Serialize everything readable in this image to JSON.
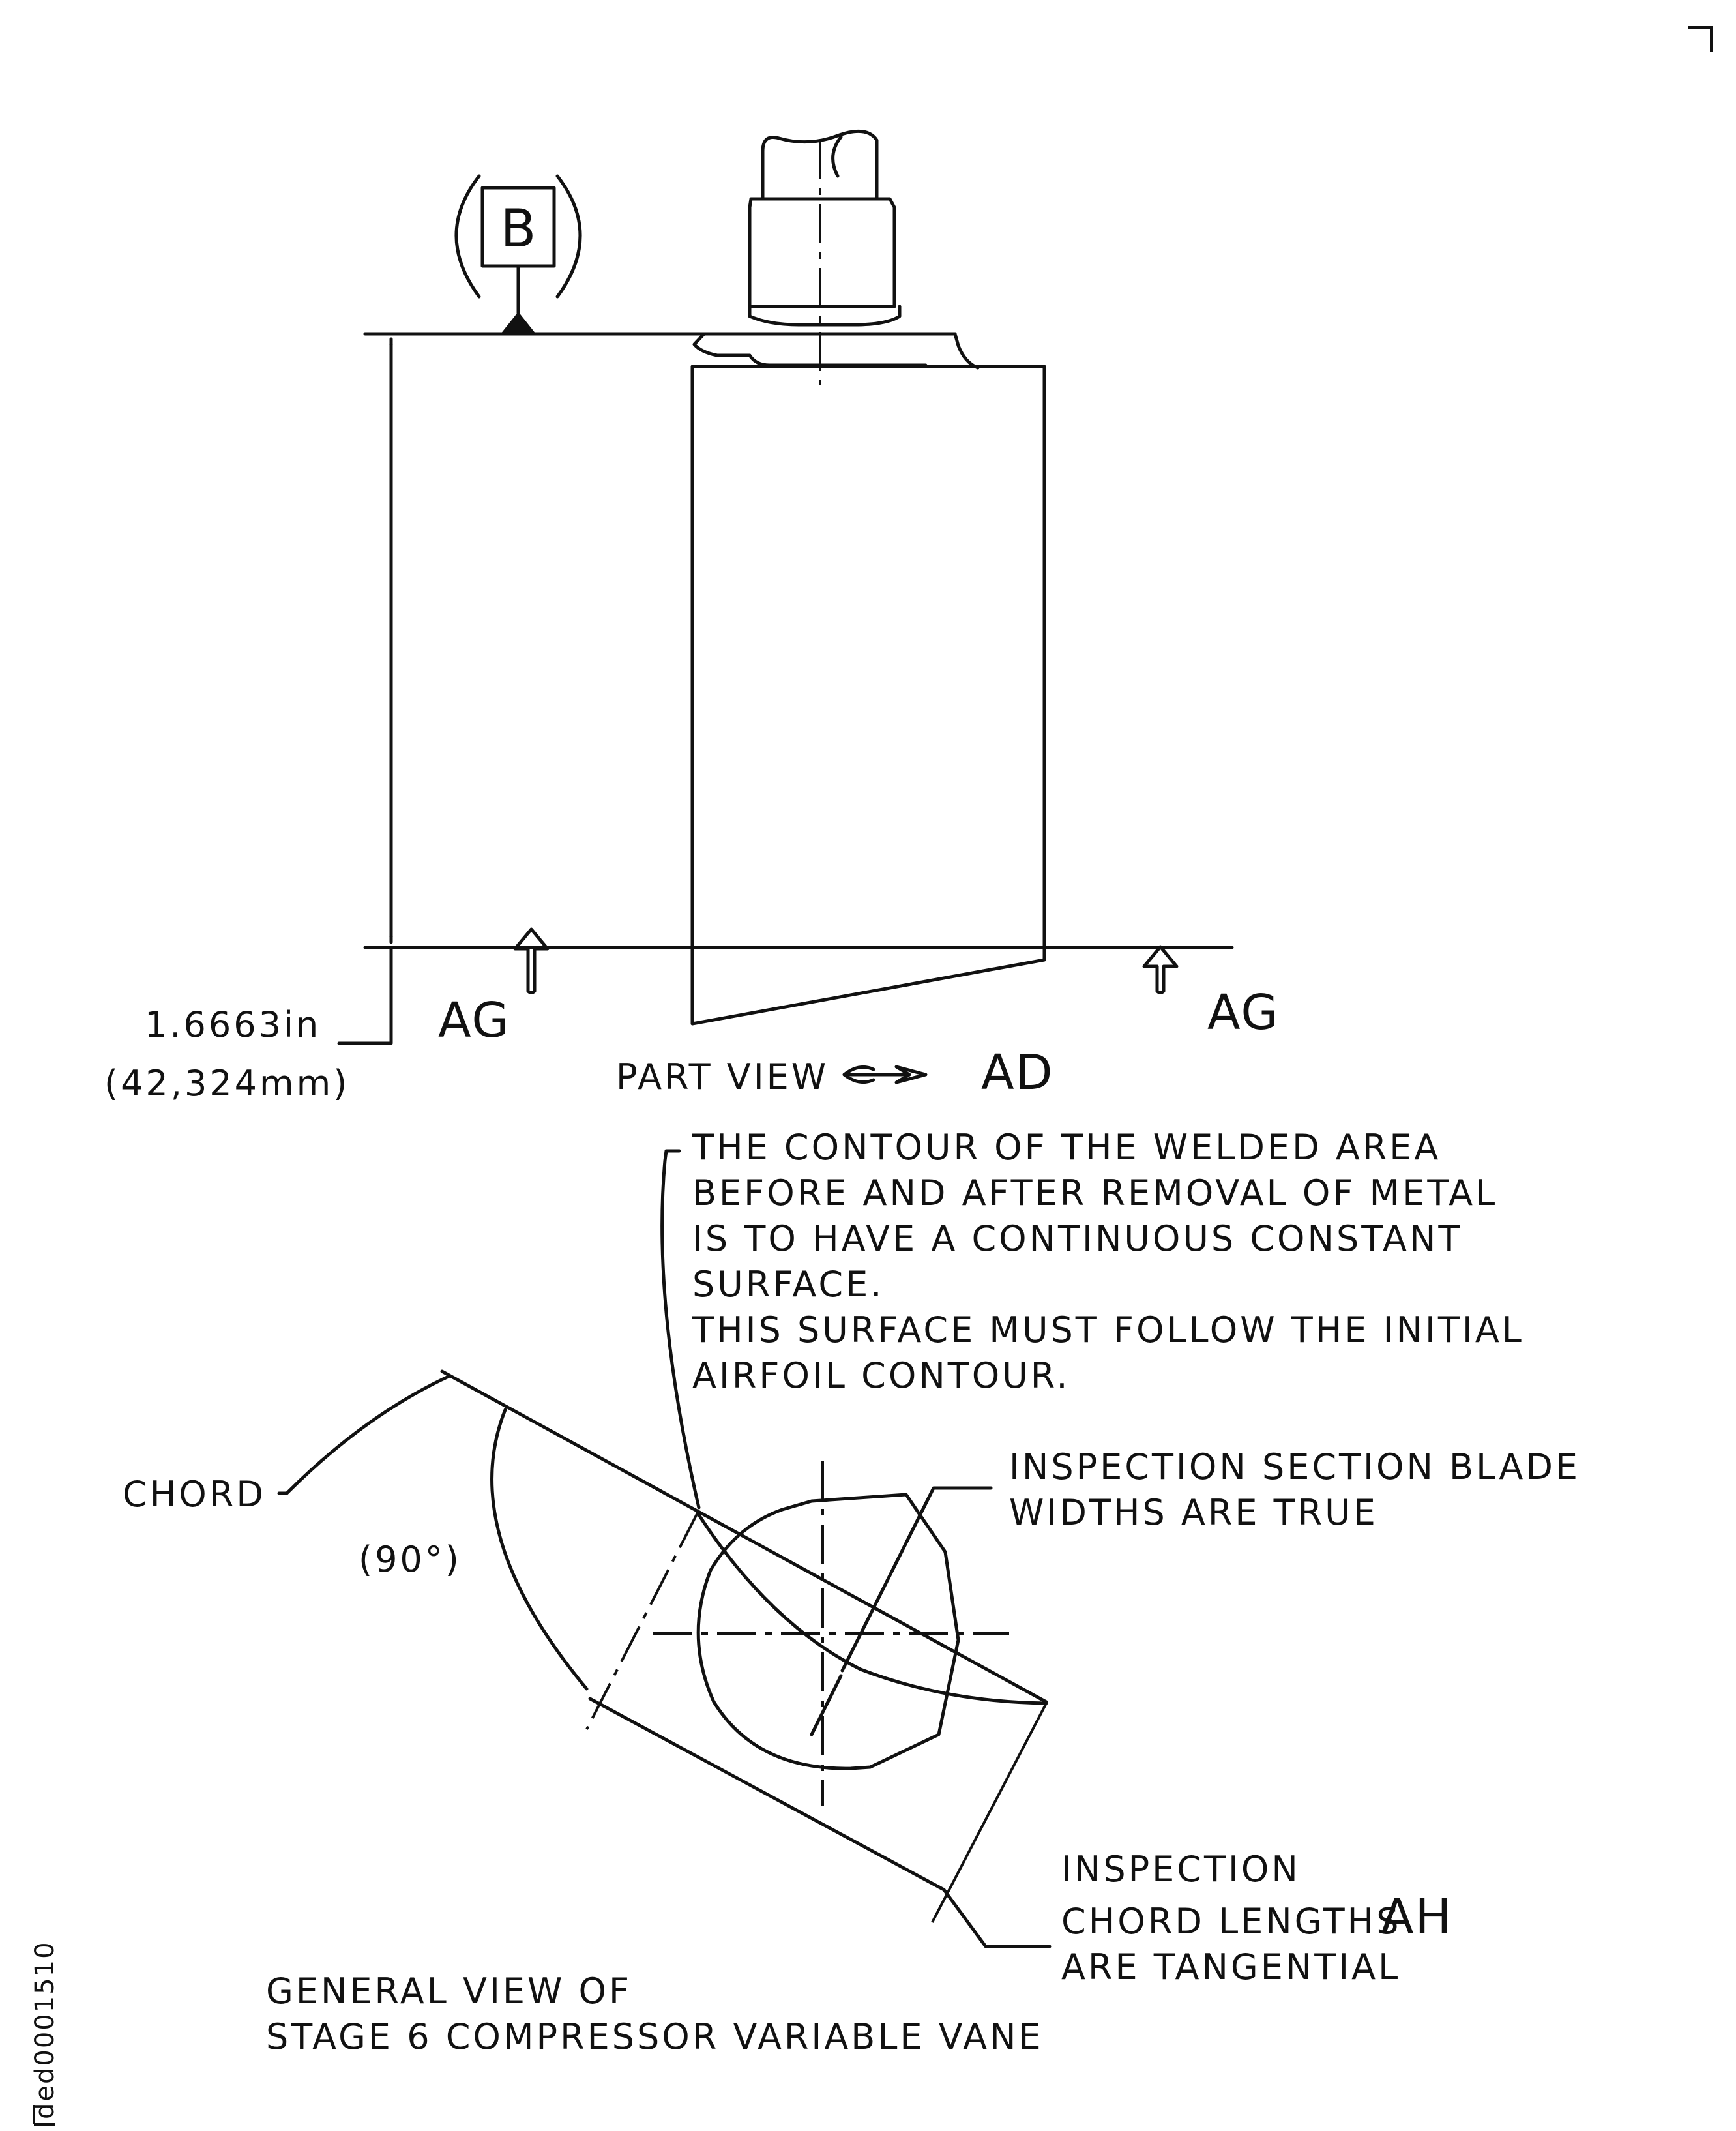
{
  "datum": {
    "label": "B"
  },
  "dimension": {
    "inch": "1.6663in",
    "metric": "(42,324mm)"
  },
  "section_marker": {
    "left_label": "AG",
    "right_label": "AG"
  },
  "part_view": {
    "prefix": "PART VIEW",
    "ref": "AD"
  },
  "weld_note": {
    "lines": [
      "THE CONTOUR OF THE WELDED AREA",
      "BEFORE AND AFTER REMOVAL OF METAL",
      "IS TO HAVE A CONTINUOUS CONSTANT",
      "SURFACE.",
      "THIS SURFACE MUST FOLLOW THE INITIAL",
      "AIRFOIL CONTOUR."
    ]
  },
  "chord_label": "CHORD",
  "angle_label": "(90°)",
  "inspection_width_note": {
    "lines": [
      "INSPECTION SECTION BLADE",
      "WIDTHS ARE TRUE"
    ]
  },
  "inspection_chord_note": {
    "line1": "INSPECTION",
    "line2_prefix": "CHORD LENGTHS",
    "line2_ref": "AH",
    "line3": "ARE TANGENTIAL"
  },
  "general_view_title": {
    "line1": "GENERAL VIEW OF",
    "line2": "STAGE 6 COMPRESSOR VARIABLE VANE"
  },
  "figure_id": "ded0001510"
}
